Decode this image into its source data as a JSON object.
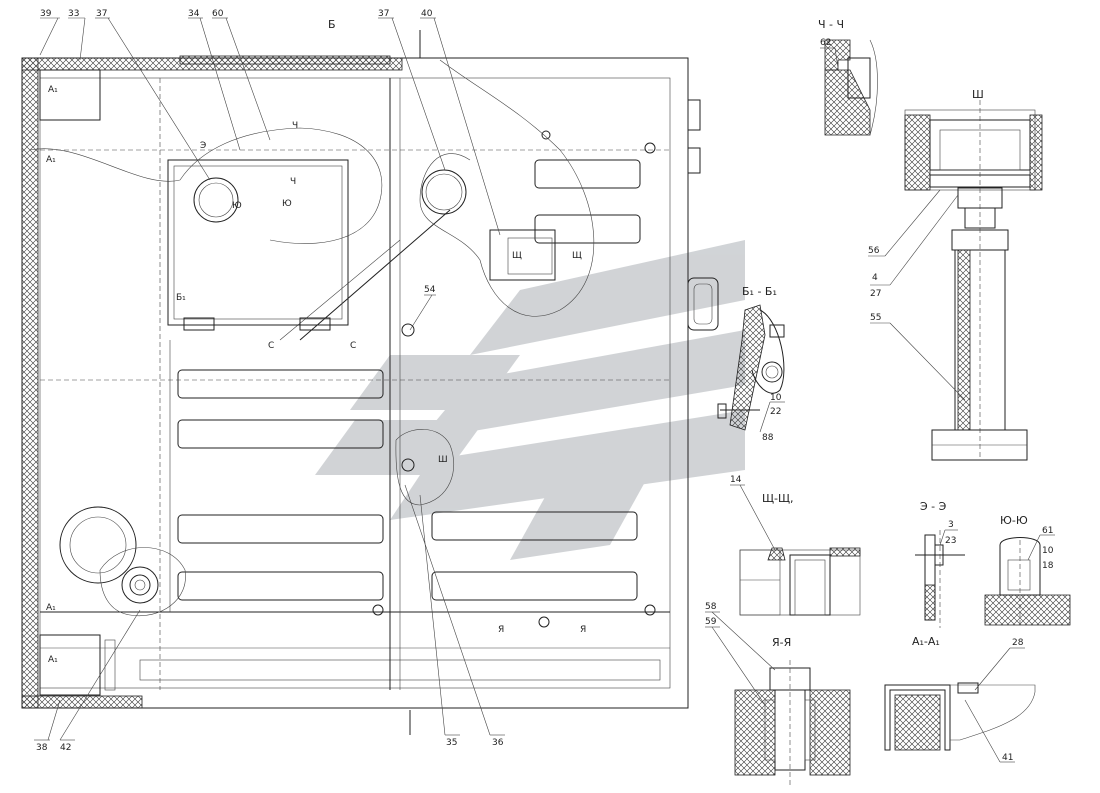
{
  "view_label": "Б",
  "callouts": [
    "39",
    "33",
    "37",
    "34",
    "60",
    "37",
    "40",
    "62",
    "56",
    "4",
    "27",
    "55",
    "14",
    "58",
    "59",
    "3",
    "23",
    "61",
    "10",
    "18",
    "28",
    "41",
    "10",
    "22",
    "88",
    "54",
    "38",
    "42",
    "35",
    "36"
  ],
  "sections": {
    "ch": "Ч - Ч",
    "sh": "Ш",
    "b1": "Б₁ - Б₁",
    "shch": "Щ-Щ,",
    "ya": "Я-Я",
    "e": "Э - Э",
    "yu": "Ю-Ю",
    "a1": "А₁-А₁"
  },
  "marks": {
    "a1_top": "А₁",
    "a1_mid": "А₁",
    "a1_bot": "А₁",
    "a1_low": "А₁",
    "ch": "Ч",
    "ch_low": "Ч",
    "e": "Э",
    "yu": "Ю",
    "yu2": "Ю",
    "b1": "Б₁",
    "c": "С",
    "c2": "С",
    "shch": "Щ",
    "shch2": "Щ",
    "sh": "Ш",
    "ya": "Я",
    "ya2": "Я"
  }
}
